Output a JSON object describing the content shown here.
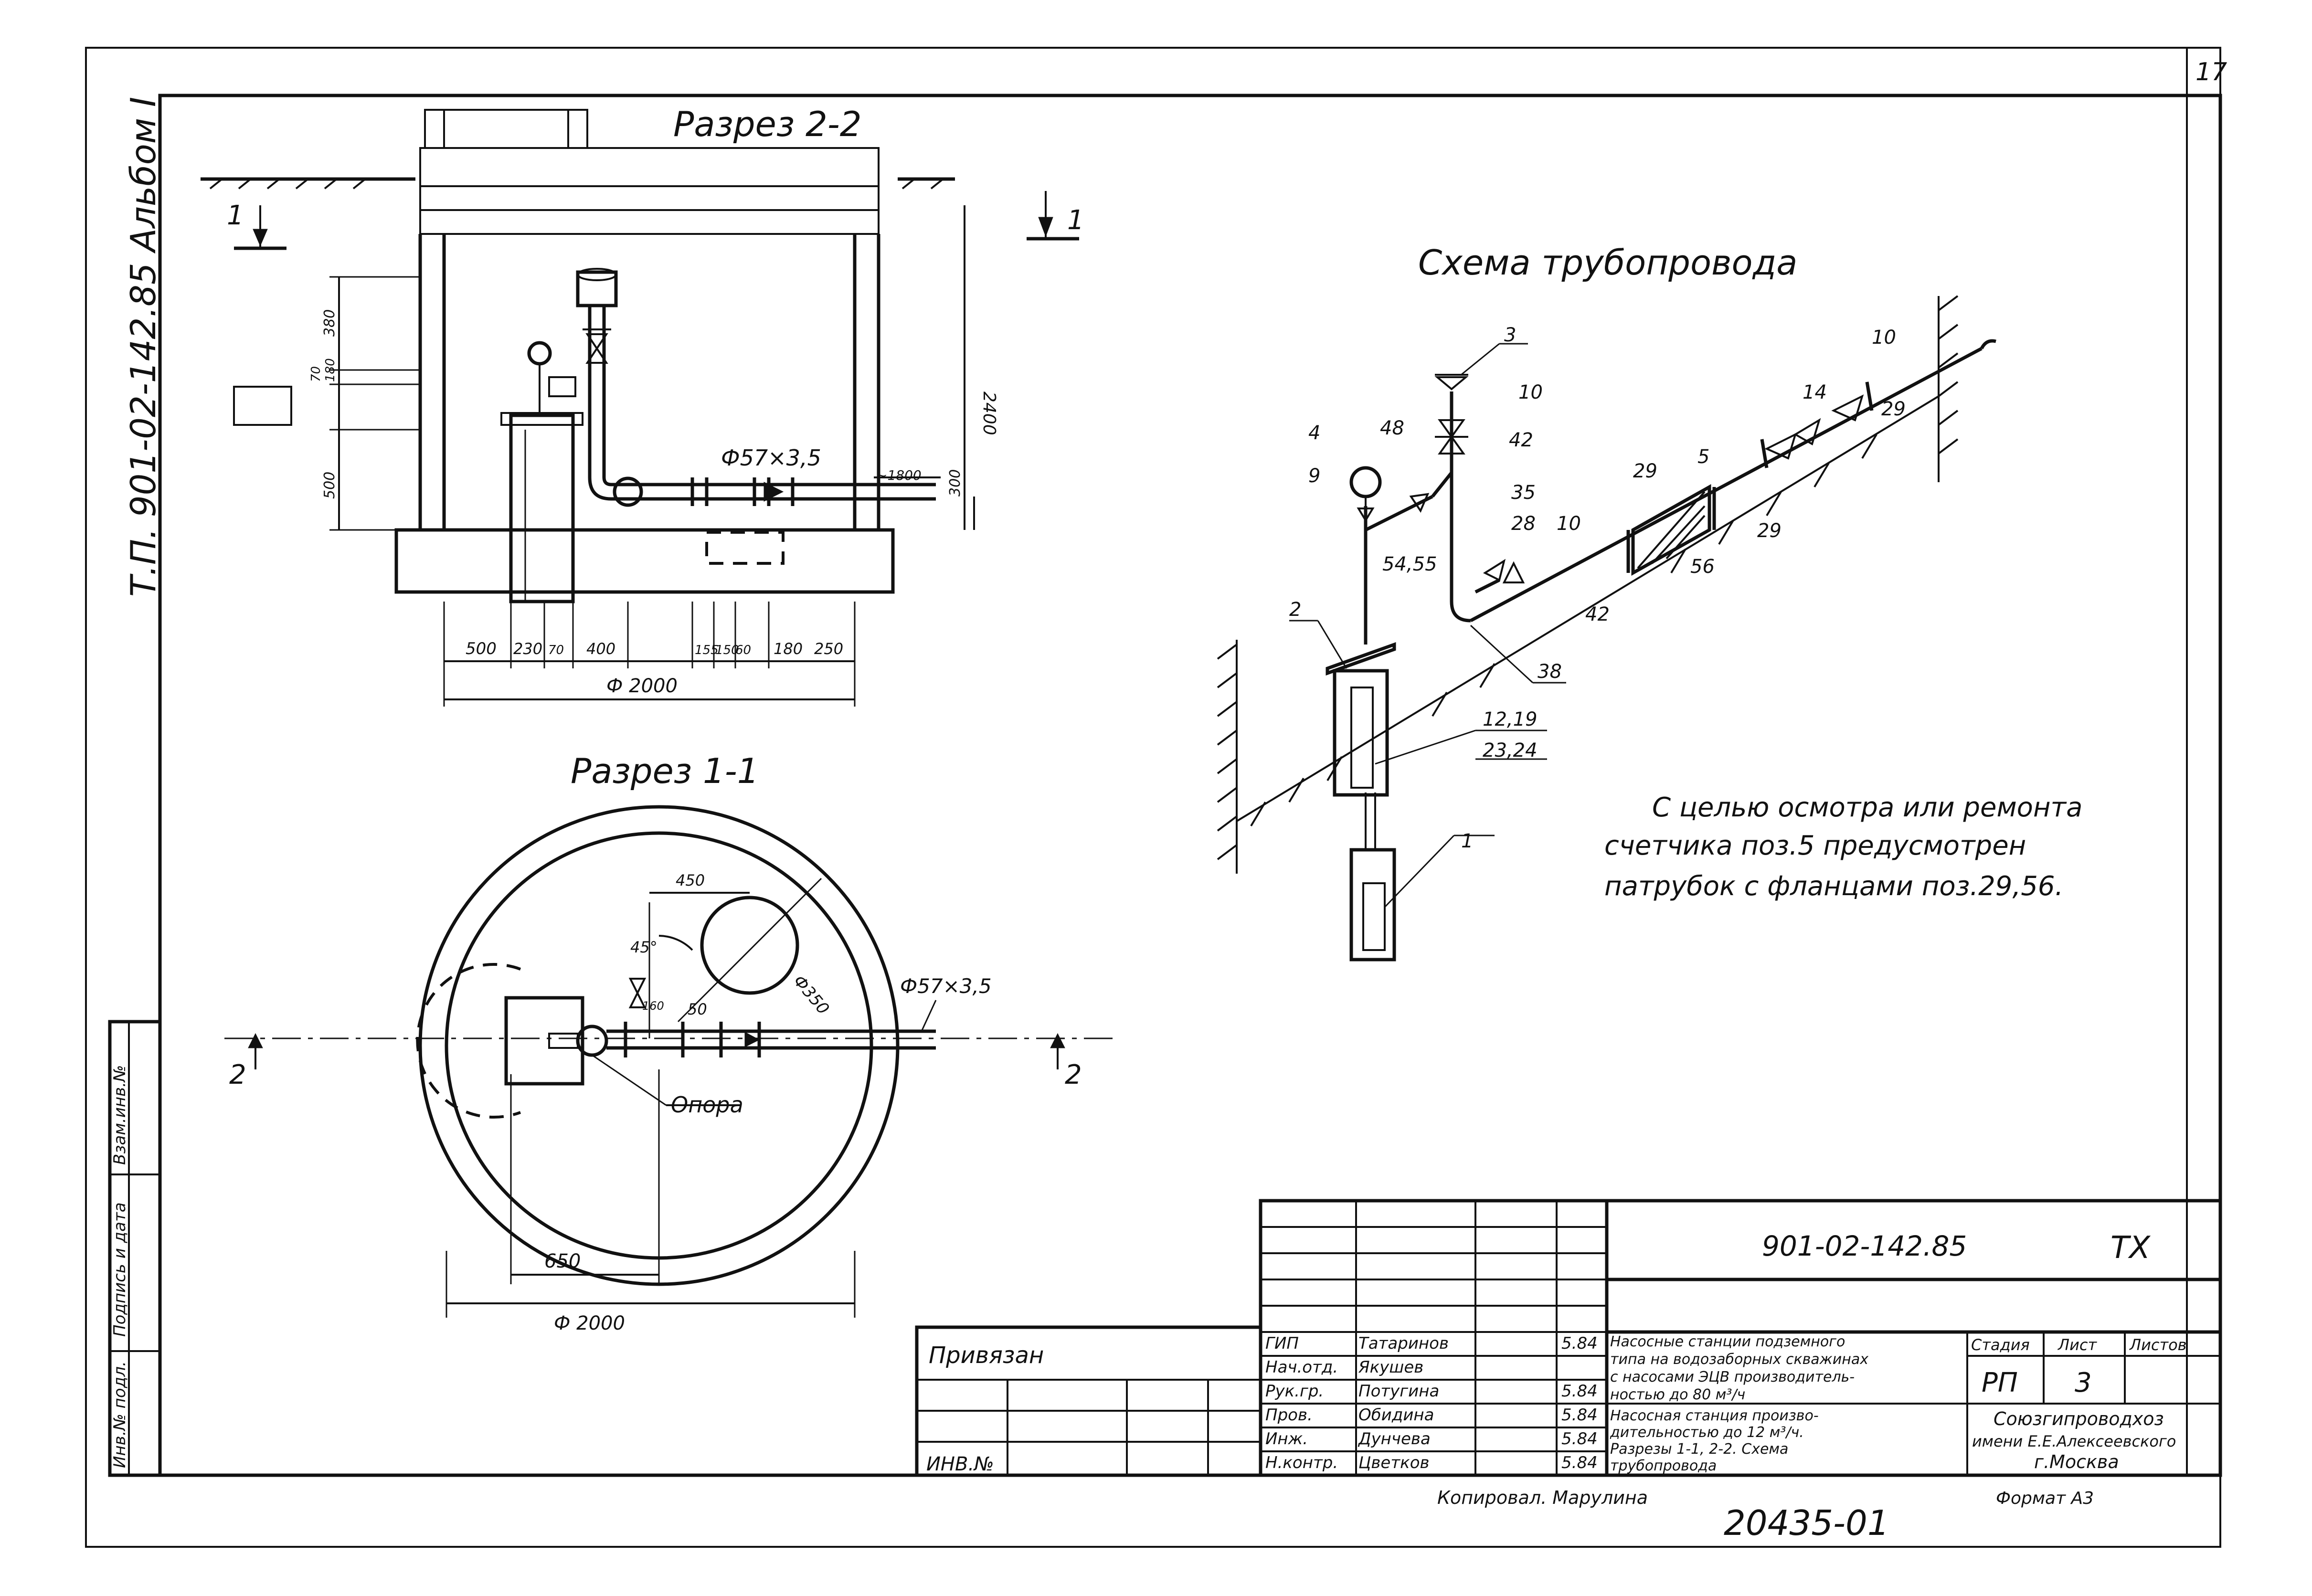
{
  "sheet": {
    "page_number": "17",
    "album_label": "Т.П. 901-02-142.85   Альбом I"
  },
  "section_22": {
    "title": "Разрез 2-2",
    "mark_left": "1",
    "mark_right": "1",
    "pipe_label": "Ф57×3,5",
    "dim_1800": "~1800",
    "dim_2400": "2400",
    "dim_300": "300",
    "dim_500_v": "500",
    "dim_380": "380",
    "dim_180": "180",
    "dim_70": "70",
    "dims_bottom": [
      "500",
      "230",
      "70",
      "400",
      "155",
      "150",
      "60",
      "180",
      "250"
    ],
    "diameter": "Ф 2000"
  },
  "section_11": {
    "title": "Разрез 1-1",
    "dim_450": "450",
    "angle": "45°",
    "dim_50": "50",
    "dim_160": "160",
    "diam_350": "Ф350",
    "pipe_label": "Ф57×3,5",
    "support_label": "Опора",
    "mark_left": "2",
    "mark_right": "2",
    "dim_650": "650",
    "diameter": "Ф 2000"
  },
  "scheme": {
    "title": "Схема трубопровода",
    "callouts": [
      "1",
      "2",
      "3",
      "4",
      "9",
      "10",
      "10",
      "10",
      "14",
      "29",
      "29",
      "29",
      "5",
      "56",
      "48",
      "42",
      "42",
      "35",
      "28",
      "38",
      "54,55",
      "12,19",
      "23,24"
    ]
  },
  "note": {
    "lines": [
      "С целью осмотра или ремонта",
      "счетчика поз.5 предусмотрен",
      "патрубок с фланцами поз.29,56."
    ]
  },
  "side_stamp": {
    "labels": [
      "Взам.инв.№",
      "Подпись и дата",
      "Инв.№ подл."
    ]
  },
  "binding": {
    "label": "Привязан",
    "inv_label": "ИНВ.№"
  },
  "title_block": {
    "code": "901-02-142.85",
    "mark": "ТХ",
    "roles": [
      {
        "role": "ГИП",
        "name": "Татаринов",
        "date": "5.84"
      },
      {
        "role": "Нач.отд.",
        "name": "Якушев",
        "date": ""
      },
      {
        "role": "Рук.гр.",
        "name": "Потугина",
        "date": "5.84"
      },
      {
        "role": "Пров.",
        "name": "Обидина",
        "date": "5.84"
      },
      {
        "role": "Инж.",
        "name": "Дунчева",
        "date": "5.84"
      },
      {
        "role": "Н.контр.",
        "name": "Цветков",
        "date": "5.84"
      }
    ],
    "desc1": [
      "Насосные станции подземного",
      "типа на водозаборных скважинах",
      "с насосами ЭЦВ производитель-",
      "ностью до 80 м³/ч"
    ],
    "desc2": [
      "Насосная станция произво-",
      "дительностью до 12 м³/ч.",
      "Разрезы 1-1, 2-2. Схема",
      "трубопровода"
    ],
    "stage_header": "Стадия",
    "sheet_header": "Лист",
    "sheets_header": "Листов",
    "stage": "РП",
    "sheet": "3",
    "sheets": "",
    "org": [
      "Союзгипроводхоз",
      "имени Е.Е.Алексеевского",
      "г.Москва"
    ],
    "copied": "Копировал. Марулина",
    "format": "Формат А3",
    "doc_number": "20435-01"
  }
}
